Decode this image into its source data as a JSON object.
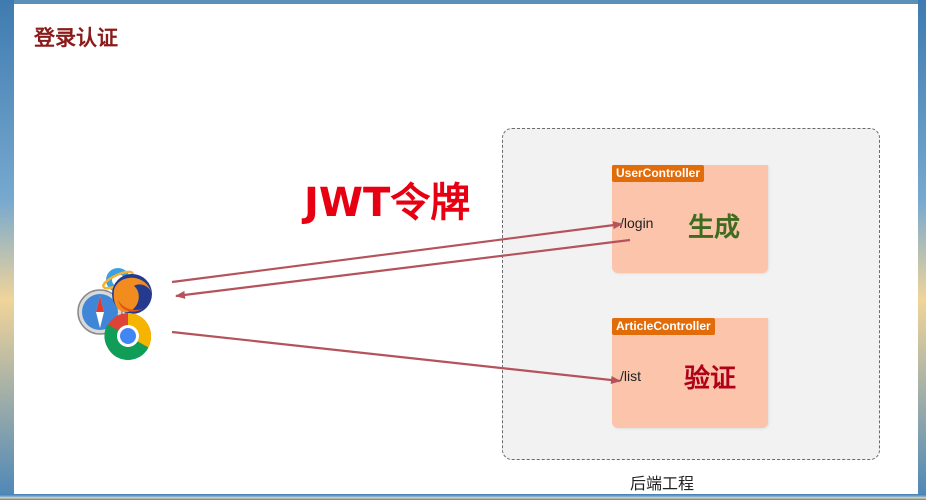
{
  "slide": {
    "title": "登录认证",
    "token_label": "JWT令牌",
    "backend_label": "后端工程"
  },
  "controllers": [
    {
      "name": "UserController",
      "path": "/login",
      "action": "生成",
      "action_color": "#3e6b1f"
    },
    {
      "name": "ArticleController",
      "path": "/list",
      "action": "验证",
      "action_color": "#b0001a"
    }
  ],
  "icons": [
    "safari-icon",
    "firefox-icon",
    "ie-icon",
    "chrome-icon"
  ],
  "colors": {
    "title": "#8b1a1a",
    "token": "#e60012",
    "tag": "#e36c0a",
    "box": "#fbc4ab",
    "arrow": "#b5525a"
  }
}
